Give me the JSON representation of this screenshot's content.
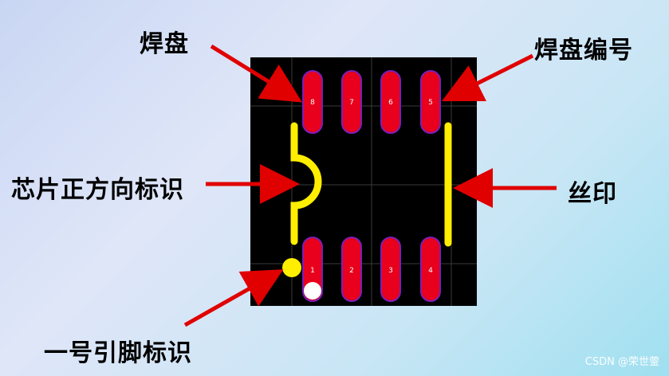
{
  "labels": {
    "pad": "焊盘",
    "pad_number": "焊盘编号",
    "orientation_mark": "芯片正方向标识",
    "silkscreen": "丝印",
    "pin1_mark": "一号引脚标识"
  },
  "pads": {
    "top_numbers": [
      "8",
      "7",
      "6",
      "5"
    ],
    "bottom_numbers": [
      "1",
      "2",
      "3",
      "4"
    ]
  },
  "watermark": "CSDN @荣世蓥",
  "colors": {
    "board": "#000000",
    "pad": "#e8001c",
    "pad_outline": "#7a1fb8",
    "silkscreen": "#ffee00",
    "arrow": "#e00000",
    "pin1_dot": "#ffffff"
  }
}
